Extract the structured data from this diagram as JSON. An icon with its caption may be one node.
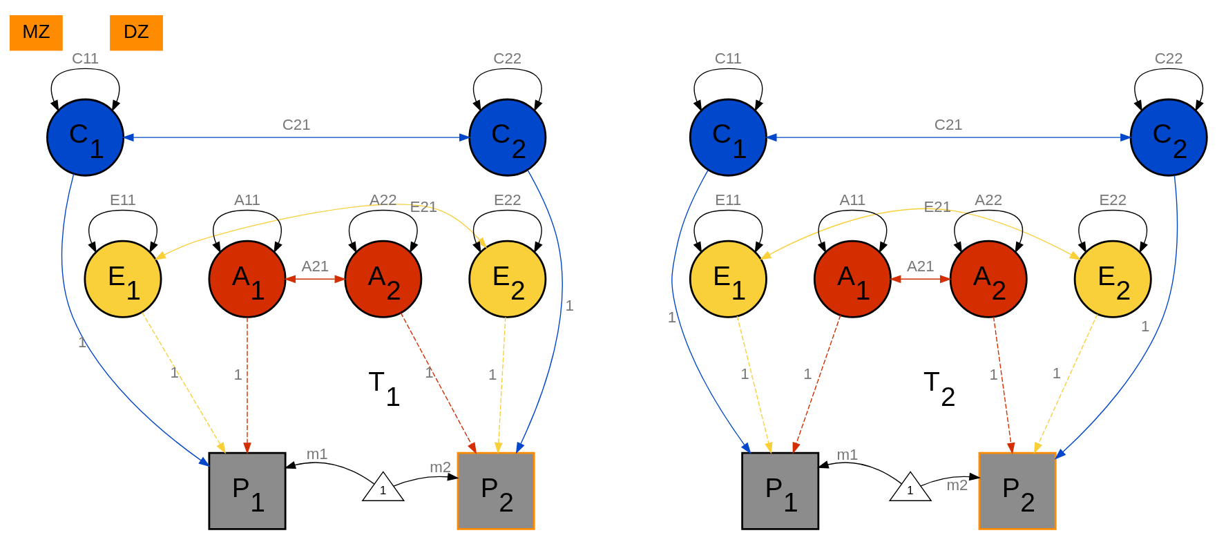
{
  "diagram": {
    "nodes": [
      {
        "text": [
          "MZ"
        ]
      },
      {
        "text": [
          "DZ"
        ]
      },
      {
        "text": [
          "C$_{1}$"
        ]
      },
      {
        "text": [
          "C$_{2}$"
        ]
      },
      {
        "text": [
          "E$_{1}$"
        ]
      },
      {
        "text": [
          "A$_{1}$"
        ]
      },
      {
        "text": [
          "A$_{2}$"
        ]
      },
      {
        "text": [
          "E$_{2}$"
        ]
      },
      {
        "text": [
          "P$_{1}$"
        ]
      },
      {
        "text": [
          "P$_{2}$"
        ]
      },
      {
        "text": [
          "1"
        ]
      },
      {
        "text": [
          "C$_{1}$"
        ]
      },
      {
        "text": [
          "C$_{2}$"
        ]
      },
      {
        "text": [
          "E$_{1}$"
        ]
      },
      {
        "text": [
          "A$_{1}$"
        ]
      },
      {
        "text": [
          "A$_{2}$"
        ]
      },
      {
        "text": [
          "E$_{2}$"
        ]
      },
      {
        "text": [
          "P$_{1}$"
        ]
      },
      {
        "text": [
          "P$_{2}$"
        ]
      },
      {
        "text": [
          "1"
        ]
      }
    ],
    "edges": [
      {
        "from": 4,
        "to": 7,
        "arrow": "both",
        "label": "E21",
        "color": "#f9cf3a"
      },
      {
        "from": 2,
        "to": 2,
        "arrow": "both",
        "label": "C11"
      },
      {
        "from": 2,
        "to": 3,
        "arrow": "both",
        "label": "C21",
        "color": "#0047cc"
      },
      {
        "from": 3,
        "to": 3,
        "arrow": "both",
        "label": "C22"
      },
      {
        "from": 4,
        "to": 4,
        "arrow": "both",
        "label": "E11"
      },
      {
        "from": 5,
        "to": 5,
        "arrow": "both",
        "label": "A11"
      },
      {
        "from": 5,
        "to": 6,
        "arrow": "both",
        "label": "A21",
        "color": "#d42e00"
      },
      {
        "from": 6,
        "to": 6,
        "arrow": "both",
        "label": "A22"
      },
      {
        "from": 7,
        "to": 7,
        "arrow": "both",
        "label": "E22"
      },
      {
        "from": 2,
        "to": 8,
        "arrow": "to",
        "label": "1",
        "color": "#0047cc"
      },
      {
        "from": 4,
        "to": 8,
        "arrow": "to",
        "label": "1",
        "style": "dashed",
        "color": "#f9cf3a"
      },
      {
        "from": 5,
        "to": 8,
        "arrow": "to",
        "label": "1",
        "style": "dashed",
        "color": "#d42e00"
      },
      {
        "from": 6,
        "to": 9,
        "arrow": "to",
        "label": "1",
        "style": "dashed",
        "color": "#d42e00"
      },
      {
        "from": 3,
        "to": 9,
        "arrow": "to",
        "label": "1",
        "color": "#0047cc"
      },
      {
        "from": 7,
        "to": 9,
        "arrow": "to",
        "label": "1",
        "style": "dashed",
        "color": "#f9cf3a"
      },
      {
        "from": 10,
        "to": 8,
        "arrow": "to",
        "label": "m1"
      },
      {
        "from": 10,
        "to": 9,
        "arrow": "to",
        "label": "m2"
      },
      {
        "from": 13,
        "to": 16,
        "arrow": "both",
        "label": "E21",
        "color": "#f9cf3a"
      },
      {
        "from": 11,
        "to": 11,
        "arrow": "both",
        "label": "C11"
      },
      {
        "from": 11,
        "to": 12,
        "arrow": "both",
        "label": "C21",
        "color": "#0047cc"
      },
      {
        "from": 12,
        "to": 12,
        "arrow": "both",
        "label": "C22"
      },
      {
        "from": 13,
        "to": 13,
        "arrow": "both",
        "label": "E11"
      },
      {
        "from": 14,
        "to": 14,
        "arrow": "both",
        "label": "A11"
      },
      {
        "from": 14,
        "to": 15,
        "arrow": "both",
        "label": "A21",
        "color": "#d42e00"
      },
      {
        "from": 15,
        "to": 15,
        "arrow": "both",
        "label": "A22"
      },
      {
        "from": 16,
        "to": 16,
        "arrow": "both",
        "label": "E22"
      },
      {
        "from": 11,
        "to": 17,
        "arrow": "to",
        "label": "1",
        "color": "#0047cc"
      },
      {
        "from": 13,
        "to": 17,
        "arrow": "to",
        "label": "1",
        "style": "dashed",
        "color": "#f9cf3a"
      },
      {
        "from": 14,
        "to": 17,
        "arrow": "to",
        "label": "1",
        "style": "dashed",
        "color": "#d42e00"
      },
      {
        "from": 15,
        "to": 18,
        "arrow": "to",
        "label": "1",
        "style": "dashed",
        "color": "#d42e00"
      },
      {
        "from": 12,
        "to": 18,
        "arrow": "to",
        "label": "1",
        "color": "#0047cc"
      },
      {
        "from": 16,
        "to": 18,
        "arrow": "to",
        "label": "1",
        "style": "dashed",
        "color": "#f9cf3a"
      },
      {
        "from": 19,
        "to": 17,
        "arrow": "to",
        "label": "m1"
      },
      {
        "from": 19,
        "to": 18,
        "arrow": "to",
        "label": "m2"
      }
    ],
    "labels": [
      "T$_{1}$",
      "T$_{2}$"
    ]
  }
}
